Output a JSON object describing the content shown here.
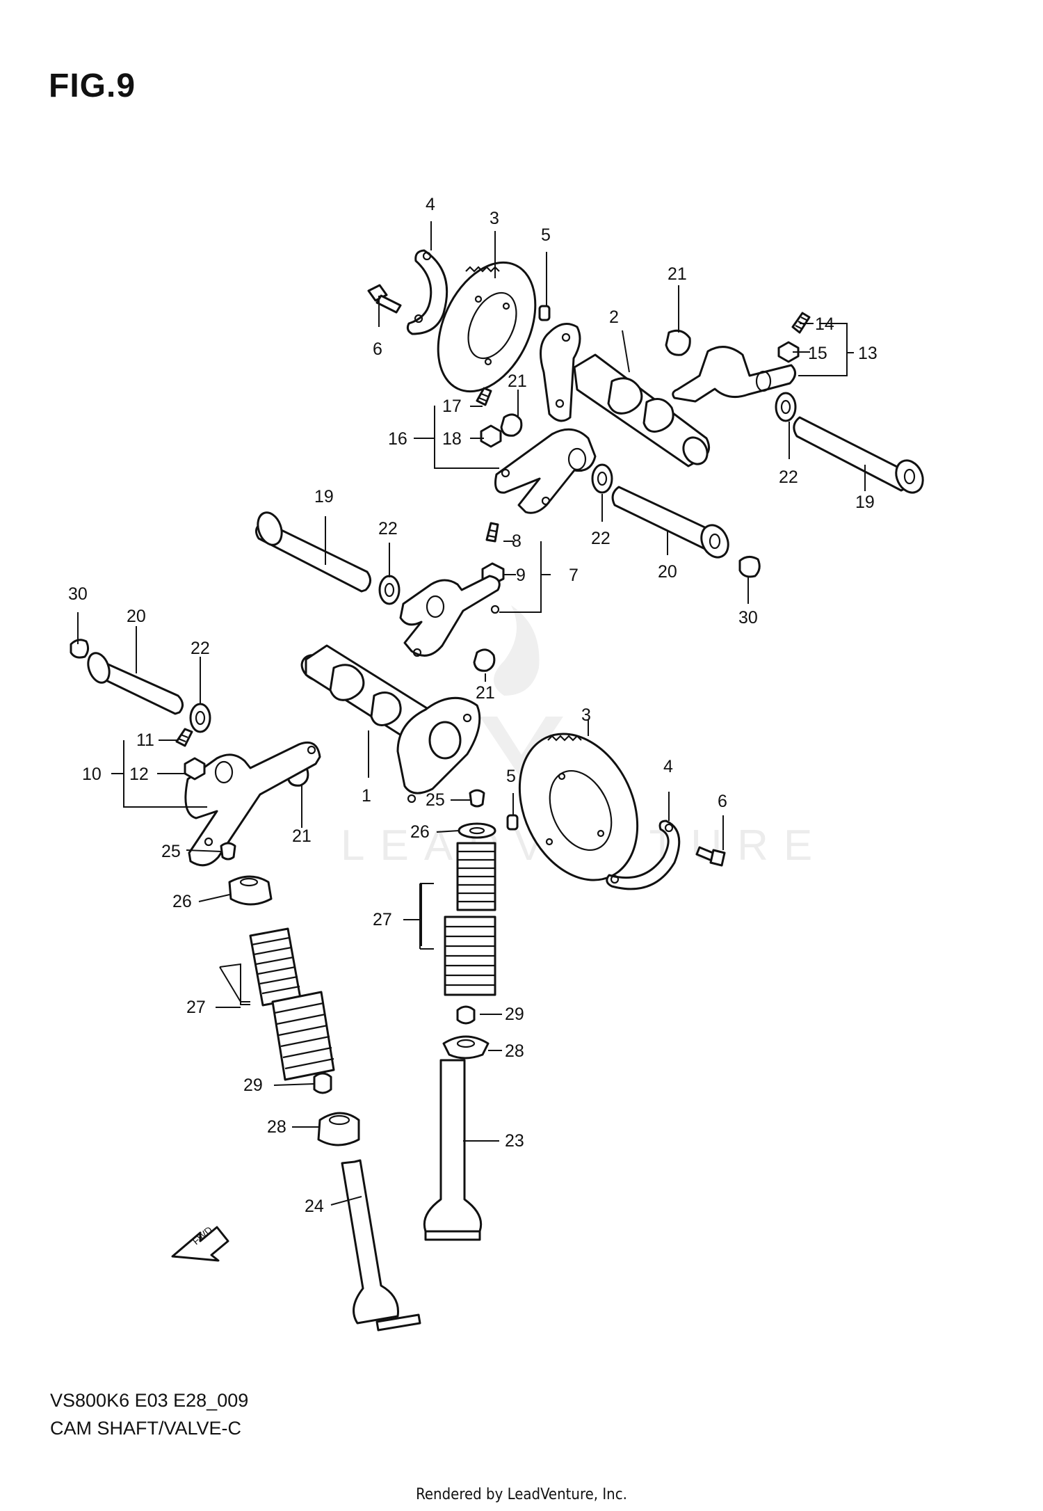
{
  "figure": {
    "title": "FIG.9",
    "code": "VS800K6 E03 E28_009",
    "name": "CAM SHAFT/VALVE-C"
  },
  "watermark": "LEADVENTURE",
  "rendered_by": "Rendered by LeadVenture, Inc.",
  "direction_marker": "FWD",
  "callouts": [
    "1",
    "2",
    "3",
    "4",
    "5",
    "6",
    "7",
    "8",
    "9",
    "10",
    "11",
    "12",
    "13",
    "14",
    "15",
    "16",
    "17",
    "18",
    "19",
    "20",
    "21",
    "22",
    "23",
    "24",
    "25",
    "26",
    "27",
    "28",
    "29",
    "30"
  ]
}
